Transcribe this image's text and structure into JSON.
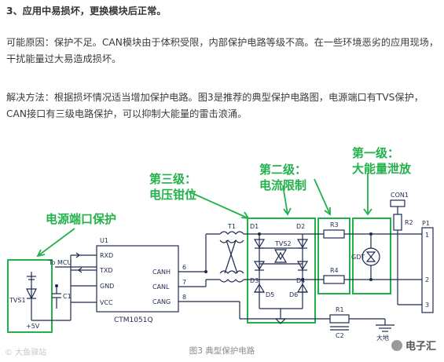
{
  "doc": {
    "heading": "3、应用中易损坏，更换模块后正常。",
    "para1": "可能原因：保护不足。CAN模块由于体积受限，内部保护电路等级不高。在一些环境恶劣的应用现场，干扰能量过大易造成损坏。",
    "para2": "解决方法：根据损坏情况适当增加保护电路。图3是推荐的典型保护电路图，电源端口有TVS保护，CAN接口有三级电路保护，可以抑制大能量的雷击浪涌。",
    "caption": "图3  典型保护电路",
    "watermark_left": "© 大鱼驿站",
    "watermark_right": "电子汇"
  },
  "circuit": {
    "annotations": {
      "power_port": "电源端口保护",
      "level3_line1": "第三级：",
      "level3_line2": "电压钳位",
      "level2_line1": "第二级：",
      "level2_line2": "电流限制",
      "level1_line1": "第一级：",
      "level1_line2": "大能量泄放"
    },
    "chip": {
      "ref": "U1",
      "name": "CTM1051Q",
      "pins_left": [
        "RXD",
        "TXD",
        "GND",
        "VCC"
      ],
      "pins_right": [
        "CANH",
        "CANL",
        "CANG"
      ],
      "pin_numbers": [
        "6",
        "7",
        "8"
      ]
    },
    "labels": {
      "mcu": "To MCU",
      "tvs1": "TVS1",
      "c1": "C1",
      "v5": "+5V",
      "t1": "T1",
      "d1": "D1",
      "d2": "D2",
      "d3": "D3",
      "d4": "D4",
      "d5": "D5",
      "d6": "D6",
      "tvs2": "TVS2",
      "r1": "R1",
      "r2": "R2",
      "r3": "R3",
      "r4": "R4",
      "c2": "C2",
      "gdt": "GDT",
      "con1": "CON1",
      "p1": "P1",
      "p1_pins": [
        "1",
        "2",
        "3"
      ],
      "ground": "大地"
    },
    "colors": {
      "highlight": "#22b24c",
      "wire": "#1f2a4f"
    }
  }
}
